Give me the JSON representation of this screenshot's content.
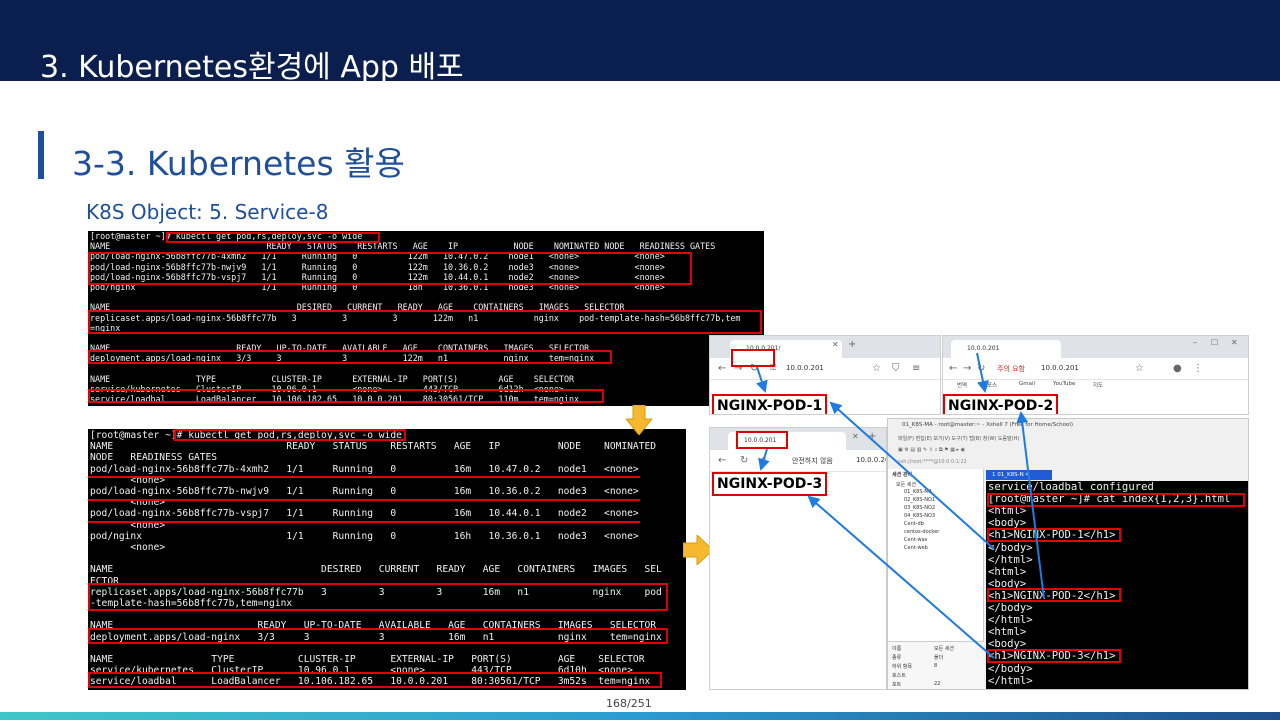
{
  "slide": {
    "title": "3.  Kubernetes환경에 App 배포",
    "section_title": "3-3. Kubernetes 활용",
    "subtitle": "K8S Object: 5. Service-8",
    "page": "168/251"
  },
  "colors": {
    "header": "#0b1f4f",
    "accent": "#1f4e9c",
    "highlight": "#e00000",
    "arrow": "#f6b82e",
    "link": "#1e7be0"
  },
  "terminal1": {
    "lines": [
      "[root@master ~]# kubectl get pod,rs,deploy,svc -o wide",
      "NAME                               READY   STATUS    RESTARTS   AGE    IP           NODE    NOMINATED NODE   READINESS GATES",
      "pod/load-nginx-56b8ffc77b-4xmh2   1/1     Running   0          122m   10.47.0.2    node1   <none>           <none>",
      "pod/load-nginx-56b8ffc77b-nwjv9   1/1     Running   0          122m   10.36.0.2    node3   <none>           <none>",
      "pod/load-nginx-56b8ffc77b-vspj7   1/1     Running   0          122m   10.44.0.1    node2   <none>           <none>",
      "pod/nginx                         1/1     Running   0          18h    10.36.0.1    node3   <none>           <none>",
      "",
      "NAME                                     DESIRED   CURRENT   READY   AGE    CONTAINERS   IMAGES   SELECTOR",
      "replicaset.apps/load-nginx-56b8ffc77b   3         3         3       122m   n1           nginx    pod-template-hash=56b8ffc77b,tem",
      "=nginx",
      "",
      "NAME                         READY   UP-TO-DATE   AVAILABLE   AGE    CONTAINERS   IMAGES   SELECTOR",
      "deployment.apps/load-nginx   3/3     3            3           122m   n1           nginx    tem=nginx",
      "",
      "NAME                 TYPE           CLUSTER-IP      EXTERNAL-IP   PORT(S)        AGE    SELECTOR",
      "service/kubernetes   ClusterIP      10.96.0.1       <none>        443/TCP        6d12h  <none>",
      "service/loadbal      LoadBalancer   10.106.182.65   10.0.0.201    80:30561/TCP   110m   tem=nginx"
    ]
  },
  "terminal2": {
    "lines": [
      "[root@master ~]# kubectl get pod,rs,deploy,svc -o wide",
      "NAME                              READY   STATUS    RESTARTS   AGE   IP          NODE    NOMINATED",
      "NODE   READINESS GATES",
      "pod/load-nginx-56b8ffc77b-4xmh2   1/1     Running   0          16m   10.47.0.2   node1   <none>",
      "       <none>",
      "pod/load-nginx-56b8ffc77b-nwjv9   1/1     Running   0          16m   10.36.0.2   node3   <none>",
      "       <none>",
      "pod/load-nginx-56b8ffc77b-vspj7   1/1     Running   0          16m   10.44.0.1   node2   <none>",
      "       <none>",
      "pod/nginx                         1/1     Running   0          16h   10.36.0.1   node3   <none>",
      "       <none>",
      "",
      "NAME                                    DESIRED   CURRENT   READY   AGE   CONTAINERS   IMAGES   SEL",
      "ECTOR",
      "replicaset.apps/load-nginx-56b8ffc77b   3         3         3       16m   n1           nginx    pod",
      "-template-hash=56b8ffc77b,tem=nginx",
      "",
      "NAME                         READY   UP-TO-DATE   AVAILABLE   AGE   CONTAINERS   IMAGES   SELECTOR",
      "deployment.apps/load-nginx   3/3     3            3           16m   n1           nginx    tem=nginx",
      "",
      "NAME                 TYPE           CLUSTER-IP      EXTERNAL-IP   PORT(S)        AGE    SELECTOR",
      "service/kubernetes   ClusterIP      10.96.0.1       <none>        443/TCP        6d10h  <none>",
      "service/loadbal      LoadBalancer   10.106.182.65   10.0.0.201    80:30561/TCP   3m52s  tem=nginx"
    ]
  },
  "browsers": [
    {
      "tab": "10.0.0.201/",
      "url": "10.0.0.201",
      "pod_label": "NGINX-POD-1"
    },
    {
      "tab": "10.0.0.201",
      "url": "10.0.0.201",
      "warning": "주의 요함",
      "bookmarks": [
        "번역",
        "포스",
        "Gmail",
        "YouTube",
        "지도"
      ],
      "pod_label": "NGINX-POD-2"
    },
    {
      "tab": "10.0.0.201",
      "url": "10.0.0.201",
      "warning": "안전하지 않음",
      "pod_label": "NGINX-POD-3"
    }
  ],
  "xshell": {
    "title": "01_K8S-MA - root@master:~ - Xshell 7 (Free for Home/School)",
    "menu": "파일(F)  편집(E)  보기(V)  도구(T)  탭(B)  창(W)  도움말(H)",
    "address": "ssh://root:****@10.0.0.1:22",
    "session_header": "세션 관리",
    "sessions": [
      "모든 세션",
      "01_K8S-MA",
      "02_K8S-NO1",
      "03_K8S-NO2",
      "04_K8S-NO3",
      "Cent-db",
      "centos-docker",
      "Cent-was",
      "Cent-web"
    ],
    "active_tab": "1 01_K8S-N 4",
    "props": [
      [
        "이름",
        "모든 세션"
      ],
      [
        "종류",
        "폴더"
      ],
      [
        "하위 항목",
        "8"
      ],
      [
        "호스트",
        ""
      ],
      [
        "포트",
        "22"
      ]
    ],
    "terminal_lines": [
      "service/loadbal configured",
      "[root@master ~]# cat index{1,2,3}.html",
      "<html>",
      "<body>",
      "<h1>NGINX-POD-1</h1>",
      "</body>",
      "</html>",
      "<html>",
      "<body>",
      "<h1>NGINX-POD-2</h1>",
      "</body>",
      "</html>",
      "<html>",
      "<body>",
      "<h1>NGINX-POD-3</h1>",
      "</body>",
      "</html>"
    ]
  }
}
